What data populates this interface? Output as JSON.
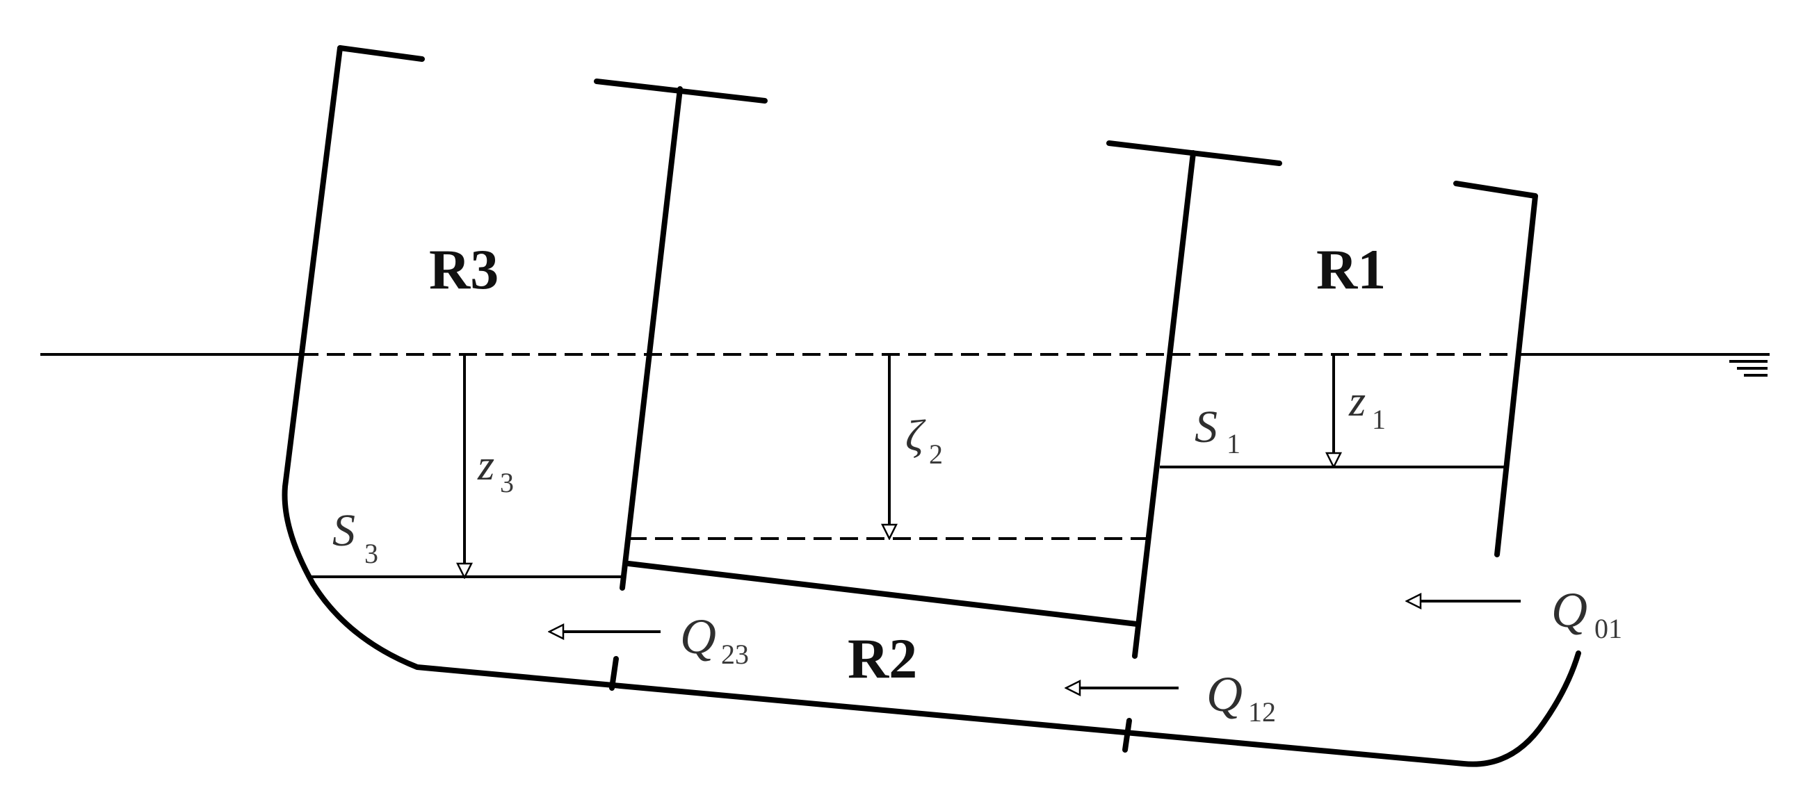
{
  "labels": {
    "r3": "R3",
    "r1": "R1",
    "r2": "R2"
  },
  "symbols": {
    "z3_main": "z",
    "z3_sub": "3",
    "zeta2_main": "ζ",
    "zeta2_sub": "2",
    "z1_main": "z",
    "z1_sub": "1",
    "s1_main": "S",
    "s1_sub": "1",
    "s3_main": "S",
    "s3_sub": "3",
    "q23_main": "Q",
    "q23_sub": "23",
    "q12_main": "Q",
    "q12_sub": "12",
    "q01_main": "Q",
    "q01_sub": "01"
  },
  "colors": {
    "structure": "#000000",
    "text": "#111111",
    "symbol": "#2f2f2f"
  }
}
